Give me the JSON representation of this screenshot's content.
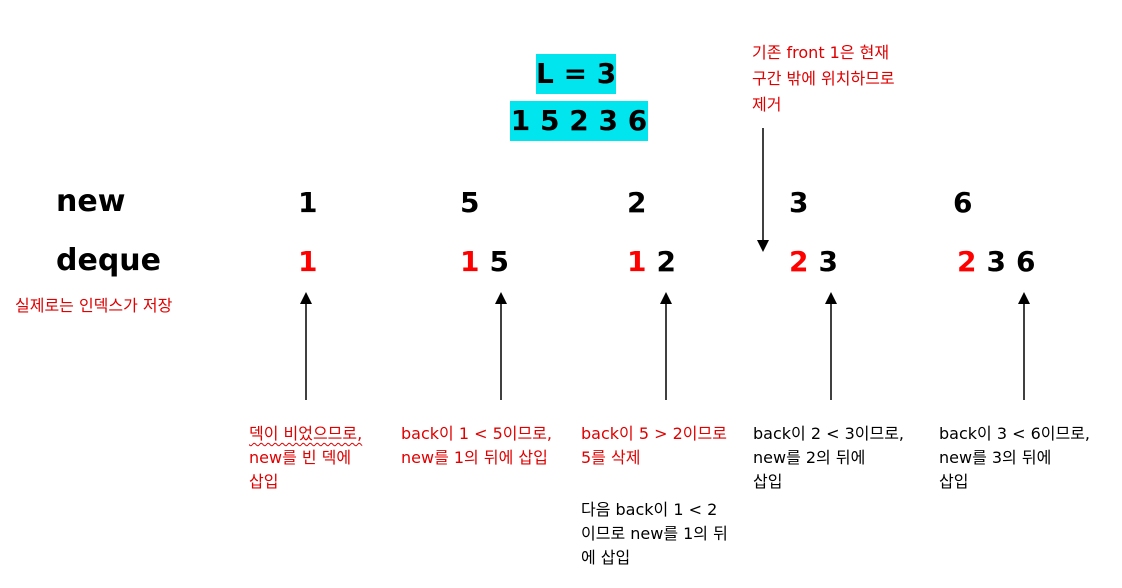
{
  "header": {
    "window_label": "L = 3",
    "sequence": "1 5 2 3 6"
  },
  "top_note": {
    "lines": [
      "기존 front 1은 현재",
      "구간 밖에 위치하므로",
      "제거"
    ]
  },
  "rows": {
    "new_label": "new",
    "deque_label": "deque",
    "index_note": "실제로는 인덱스가 저장"
  },
  "new_values": [
    "1",
    "5",
    "2",
    "3",
    "6"
  ],
  "deque_states": [
    {
      "red": "1",
      "black": []
    },
    {
      "red": "1",
      "black": [
        "5"
      ]
    },
    {
      "red": "1",
      "black": [
        "2"
      ]
    },
    {
      "red": "2",
      "black": [
        "3"
      ]
    },
    {
      "red": "2",
      "black": [
        "3",
        "6"
      ]
    }
  ],
  "notes": [
    {
      "lines": [
        "덱이 비었으므로,",
        "new를 빈 덱에",
        "삽입"
      ],
      "color": "#e00000"
    },
    {
      "lines": [
        "back이 1 < 5이므로,",
        "new를 1의 뒤에 삽입"
      ],
      "color": "#e00000"
    },
    {
      "lines": [
        "back이 5 > 2이므로",
        "5를 삭제"
      ],
      "color": "#e00000"
    },
    {
      "lines": [
        "back이 2 < 3이므로,",
        "new를 2의 뒤에",
        "삽입"
      ],
      "color": "#000000"
    },
    {
      "lines": [
        "back이 3 < 6이므로,",
        "new를 3의 뒤에",
        "삽입"
      ],
      "color": "#000000"
    }
  ],
  "extra_note": {
    "lines": [
      "다음 back이 1 < 2",
      "이므로 new를 1의 뒤",
      "에 삽입"
    ]
  },
  "colors": {
    "highlight": "#00e5ee",
    "accent_red": "#ff0000"
  }
}
